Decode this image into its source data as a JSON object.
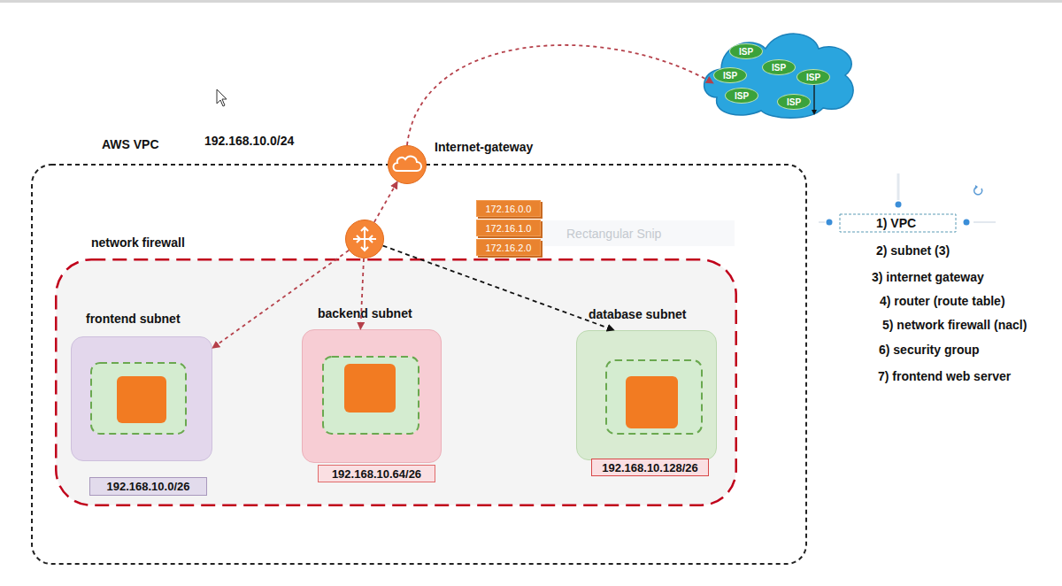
{
  "diagram": {
    "nodes": [
      {
        "text": [
          "ISP"
        ]
      },
      {
        "text": [
          "ISP"
        ]
      },
      {
        "text": [
          "ISP"
        ]
      },
      {
        "text": [
          "ISP"
        ]
      },
      {
        "text": [
          "ISP"
        ]
      },
      {
        "text": [
          "ISP"
        ]
      },
      {
        "text": [
          "AWS VPC",
          "192.168.10.0/24"
        ]
      },
      {
        "text": [
          "Internet-gateway"
        ]
      },
      {
        "text": [
          "172.16.0.0"
        ],
        "in": 6
      },
      {
        "text": [
          "172.16.1.0"
        ],
        "in": 6
      },
      {
        "text": [
          "172.16.2.0"
        ],
        "in": 6
      },
      {
        "text": [
          "router"
        ],
        "in": 6
      },
      {
        "text": [
          "network firewall"
        ],
        "in": 6
      },
      {
        "text": [
          "frontend subnet"
        ],
        "in": 12
      },
      {
        "text": [
          "backend subnet"
        ],
        "in": 12
      },
      {
        "text": [
          "database subnet"
        ],
        "in": 12
      },
      {
        "text": [
          "192.168.10.0/26"
        ],
        "in": 12
      },
      {
        "text": [
          "192.168.10.64/26"
        ],
        "in": 12
      },
      {
        "text": [
          "192.168.10.128/26"
        ],
        "in": 12
      }
    ],
    "edges": [
      {
        "from": 11,
        "to": 7,
        "arrow": "to"
      },
      {
        "from": 7,
        "to": 2,
        "arrow": "to"
      },
      {
        "from": 11,
        "to": 13,
        "arrow": "to"
      },
      {
        "from": 11,
        "to": 14,
        "arrow": "to"
      },
      {
        "from": 11,
        "to": 15,
        "arrow": "to"
      }
    ],
    "labels": [
      "Rectangular Snip",
      "1) VPC",
      "2) subnet (3)",
      "3) internet gateway",
      "4) router (route table)",
      "5) network firewall (nacl)",
      "6) security group",
      "7) frontend web server"
    ]
  }
}
